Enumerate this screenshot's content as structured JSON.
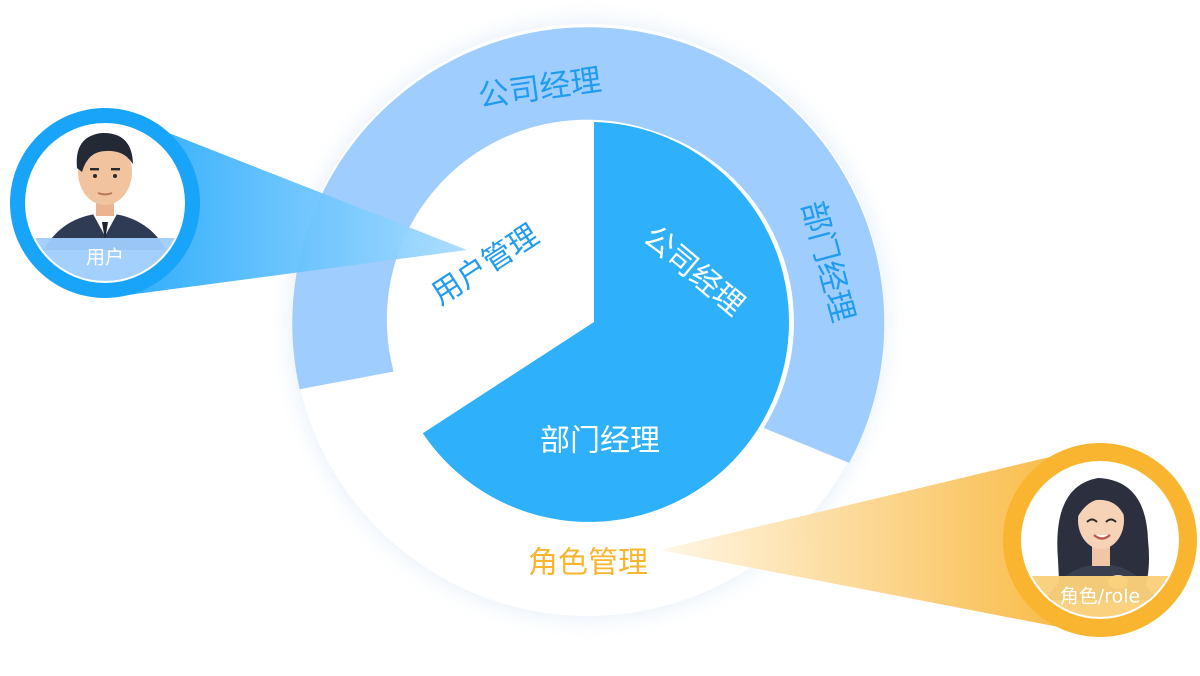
{
  "outer_ring": {
    "top_label": "公司经理",
    "right_label": "部门经理"
  },
  "inner_pie": {
    "segments": [
      {
        "label": "公司经理"
      },
      {
        "label": "部门经理"
      },
      {
        "label": "用户管理"
      }
    ]
  },
  "role_management_label": "角色管理",
  "user_avatar": {
    "caption": "用户"
  },
  "role_avatar": {
    "caption": "角色/role"
  },
  "colors": {
    "ring_light_blue": "#9fcdfd",
    "pie_blue": "#2eb0fb",
    "text_blue": "#1f9bf0",
    "orange": "#f9b530",
    "avatar_blue": "#18a4f9"
  }
}
